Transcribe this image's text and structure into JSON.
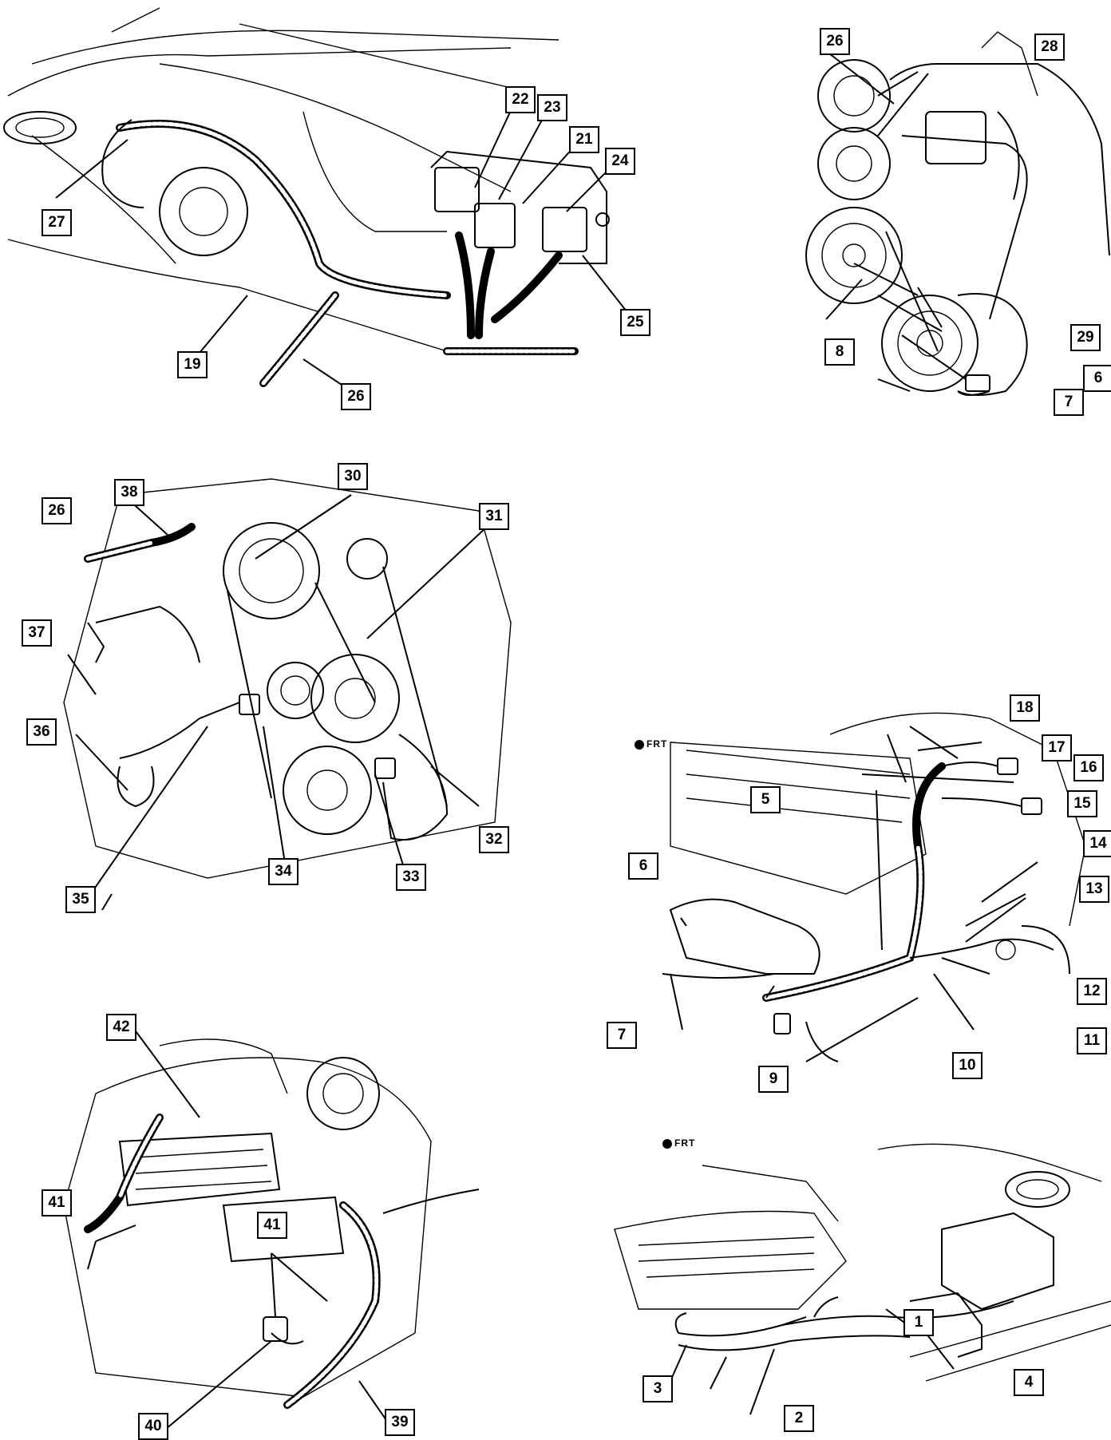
{
  "callouts": {
    "c1": "1",
    "c2": "2",
    "c3": "3",
    "c4": "4",
    "c5": "5",
    "c6a": "6",
    "c6b": "6",
    "c7a": "7",
    "c7b": "7",
    "c8": "8",
    "c9": "9",
    "c10": "10",
    "c11": "11",
    "c12": "12",
    "c13": "13",
    "c14": "14",
    "c15": "15",
    "c16": "16",
    "c17": "17",
    "c18": "18",
    "c19": "19",
    "c21": "21",
    "c22": "22",
    "c23": "23",
    "c24": "24",
    "c25": "25",
    "c26a": "26",
    "c26b": "26",
    "c26c": "26",
    "c27": "27",
    "c28": "28",
    "c29": "29",
    "c30": "30",
    "c31": "31",
    "c32": "32",
    "c33": "33",
    "c34": "34",
    "c35": "35",
    "c36": "36",
    "c37": "37",
    "c38": "38",
    "c39": "39",
    "c40": "40",
    "c41a": "41",
    "c41b": "41",
    "c42": "42"
  },
  "frt_labels": {
    "a": "FRT",
    "b": "FRT"
  }
}
